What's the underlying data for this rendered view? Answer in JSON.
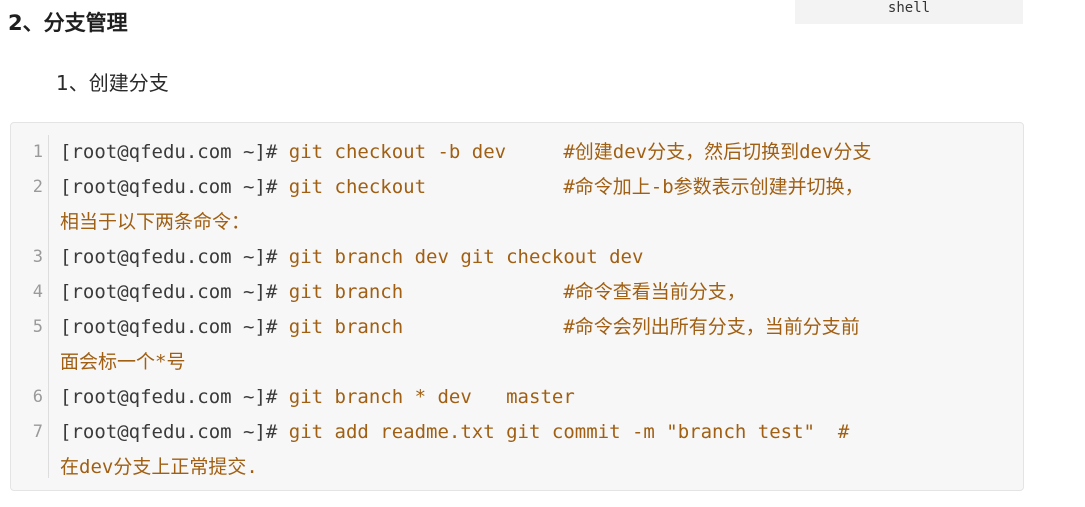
{
  "code_language": "shell",
  "section_heading": "2、分支管理",
  "sub_heading": "1、创建分支",
  "code_lines": [
    {
      "number": "1",
      "prompt": "[root@qfedu.com ~]#",
      "command": " git checkout -b dev     ",
      "comment": "#创建dev分支，然后切换到dev分支"
    },
    {
      "number": "2",
      "prompt": "[root@qfedu.com ~]#",
      "command": " git checkout            ",
      "comment": "#命令加上-b参数表示创建并切换，\n相当于以下两条命令："
    },
    {
      "number": "3",
      "prompt": "[root@qfedu.com ~]#",
      "command": " git branch dev git checkout dev",
      "comment": ""
    },
    {
      "number": "4",
      "prompt": "[root@qfedu.com ~]#",
      "command": " git branch              ",
      "comment": "#命令查看当前分支，"
    },
    {
      "number": "5",
      "prompt": "[root@qfedu.com ~]#",
      "command": " git branch              ",
      "comment": "#命令会列出所有分支，当前分支前\n面会标一个*号"
    },
    {
      "number": "6",
      "prompt": "[root@qfedu.com ~]#",
      "command": " git branch * dev   master",
      "comment": ""
    },
    {
      "number": "7",
      "prompt": "[root@qfedu.com ~]#",
      "command": " git add readme.txt git commit -m \"branch test\"  ",
      "comment": "#\n在dev分支上正常提交."
    }
  ]
}
